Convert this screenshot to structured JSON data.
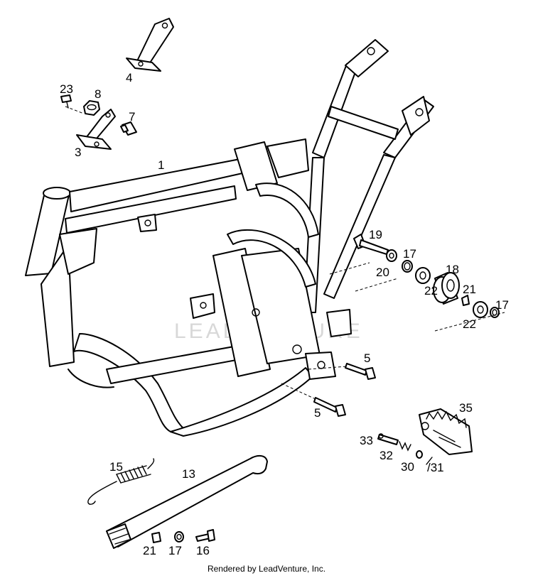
{
  "callouts": {
    "p1": "1",
    "p3": "3",
    "p4": "4",
    "p5a": "5",
    "p5b": "5",
    "p7": "7",
    "p8": "8",
    "p13": "13",
    "p15": "15",
    "p16": "16",
    "p17a": "17",
    "p17b": "17",
    "p17c": "17",
    "p18": "18",
    "p19": "19",
    "p20": "20",
    "p21a": "21",
    "p21b": "21",
    "p22a": "22",
    "p22b": "22",
    "p23": "23",
    "p30": "30",
    "p31": "/31",
    "p32": "32",
    "p33": "33",
    "p35": "35"
  },
  "watermark": "LEADVENTURE",
  "credit": "Rendered by LeadVenture, Inc."
}
